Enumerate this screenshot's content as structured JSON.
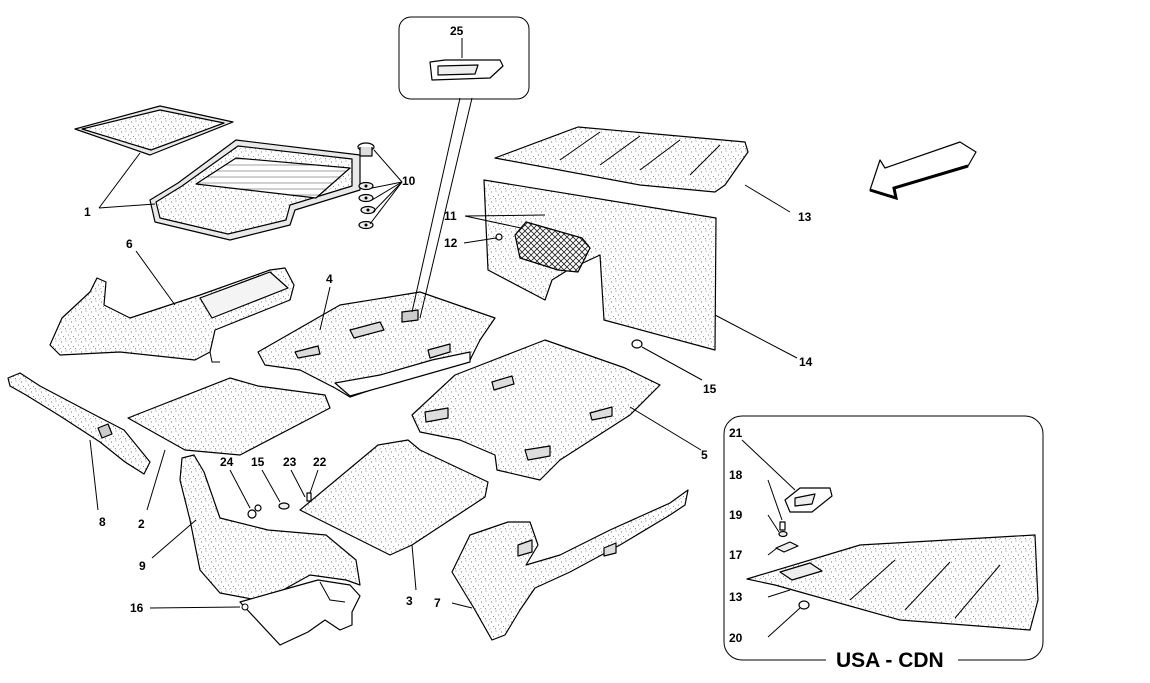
{
  "callouts": [
    {
      "id": "1",
      "text": "1"
    },
    {
      "id": "2",
      "text": "2"
    },
    {
      "id": "3",
      "text": "3"
    },
    {
      "id": "4",
      "text": "4"
    },
    {
      "id": "5",
      "text": "5"
    },
    {
      "id": "6",
      "text": "6"
    },
    {
      "id": "7",
      "text": "7"
    },
    {
      "id": "8",
      "text": "8"
    },
    {
      "id": "9",
      "text": "9"
    },
    {
      "id": "10",
      "text": "10"
    },
    {
      "id": "11",
      "text": "11"
    },
    {
      "id": "12",
      "text": "12"
    },
    {
      "id": "13",
      "text": "13"
    },
    {
      "id": "14",
      "text": "14"
    },
    {
      "id": "15",
      "text": "15"
    },
    {
      "id": "16",
      "text": "16"
    },
    {
      "id": "22",
      "text": "22"
    },
    {
      "id": "23",
      "text": "23"
    },
    {
      "id": "24",
      "text": "24"
    },
    {
      "id": "15b",
      "text": "15"
    },
    {
      "id": "25",
      "text": "25"
    },
    {
      "id": "21",
      "text": "21"
    },
    {
      "id": "18",
      "text": "18"
    },
    {
      "id": "19",
      "text": "19"
    },
    {
      "id": "17",
      "text": "17"
    },
    {
      "id": "13b",
      "text": "13"
    },
    {
      "id": "20",
      "text": "20"
    }
  ],
  "inset_label": "USA - CDN",
  "colors": {
    "line": "#000000",
    "fill": "#ffffff",
    "speckle": "#555555"
  },
  "icons": [
    "direction-arrow-icon"
  ]
}
